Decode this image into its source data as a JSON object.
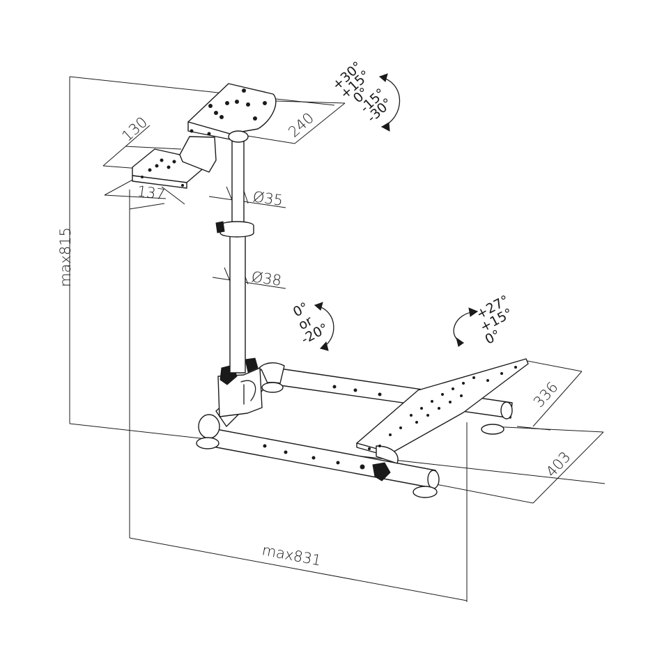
{
  "dimensions": {
    "height": "max815",
    "width": "max831",
    "wheel_plate_width": "240",
    "shifter_plate_width": "130",
    "shifter_plate_depth": "137",
    "upper_tube_diameter": "Ø35",
    "lower_tube_diameter": "Ø38",
    "pedal_plate_depth": "336",
    "base_depth": "403"
  },
  "angles": {
    "wheel_plate": [
      "+30°",
      "+15°",
      "0°",
      "-15°",
      "-30°"
    ],
    "column": [
      "0°",
      "or",
      "-20°"
    ],
    "pedal_plate": [
      "+27°",
      "+15°",
      "0°"
    ]
  },
  "colors": {
    "line": "#1a1a1a",
    "background": "#ffffff"
  }
}
